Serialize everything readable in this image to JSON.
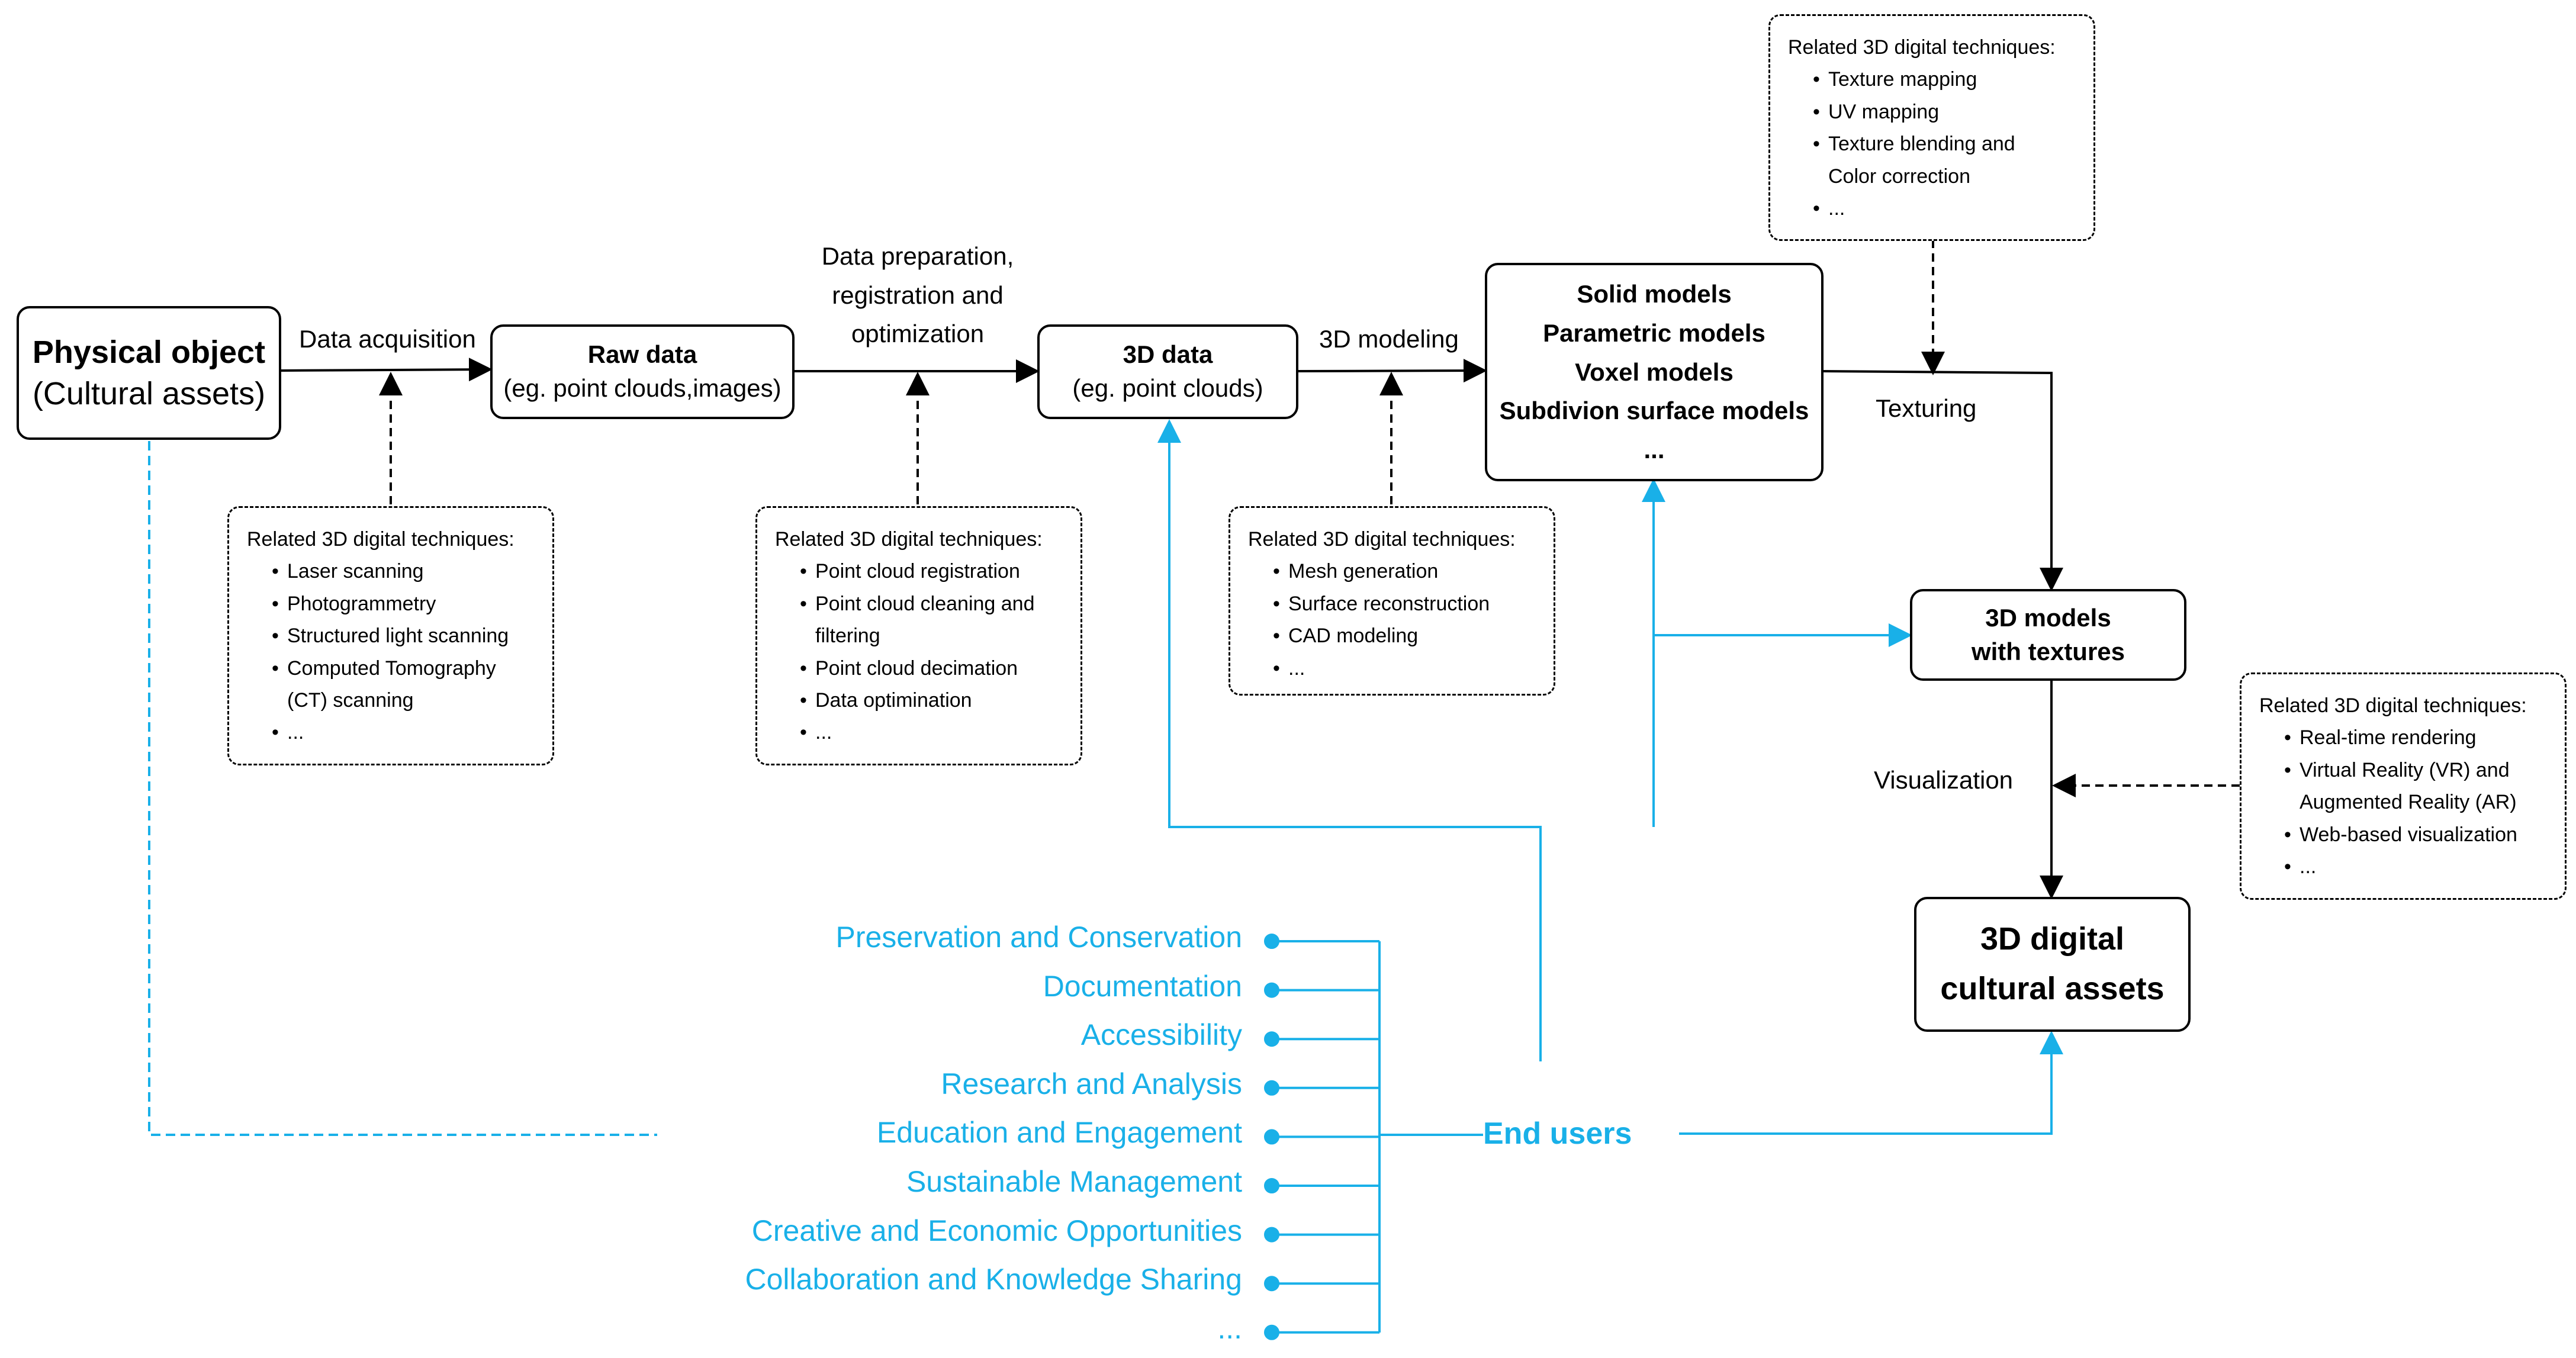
{
  "nodes": {
    "physical_object": {
      "title": "Physical object",
      "subtitle": "(Cultural assets)"
    },
    "raw_data": {
      "title": "Raw data",
      "subtitle": "(eg. point clouds,images)"
    },
    "data_3d": {
      "title": "3D data",
      "subtitle": "(eg. point clouds)"
    },
    "models": {
      "lines": [
        "Solid models",
        "Parametric models",
        "Voxel models",
        "Subdivion surface models",
        "..."
      ]
    },
    "textured": {
      "line1": "3D models",
      "line2": "with textures"
    },
    "digital_assets": {
      "line1": "3D digital",
      "line2": "cultural assets"
    }
  },
  "edges": {
    "data_acquisition": "Data acquisition",
    "data_preparation": [
      "Data preparation,",
      "registration and",
      "optimization"
    ],
    "modeling": "3D modeling",
    "texturing": "Texturing",
    "visualization": "Visualization"
  },
  "techniques": {
    "heading": "Related 3D digital techniques:",
    "acquisition": [
      "Laser scanning",
      "Photogrammetry",
      "Structured light scanning",
      "Computed Tomography (CT) scanning",
      "..."
    ],
    "preparation": [
      "Point cloud registration",
      "Point cloud cleaning and filtering",
      "Point cloud decimation",
      "Data optimination",
      "..."
    ],
    "modeling": [
      "Mesh generation",
      "Surface reconstruction",
      "CAD modeling",
      "..."
    ],
    "texturing": [
      "Texture mapping",
      "UV mapping",
      "Texture blending and Color correction",
      "..."
    ],
    "visualization": [
      "Real-time rendering",
      "Virtual Reality (VR) and Augmented Reality (AR)",
      "Web-based visualization",
      "..."
    ]
  },
  "end_users": {
    "label": "End users",
    "benefits": [
      "Preservation and Conservation",
      "Documentation",
      "Accessibility",
      "Research and Analysis",
      "Education and Engagement",
      "Sustainable Management",
      "Creative and Economic Opportunities",
      "Collaboration and Knowledge Sharing",
      "..."
    ]
  },
  "colors": {
    "main": "#000000",
    "accent": "#19b0e8"
  }
}
